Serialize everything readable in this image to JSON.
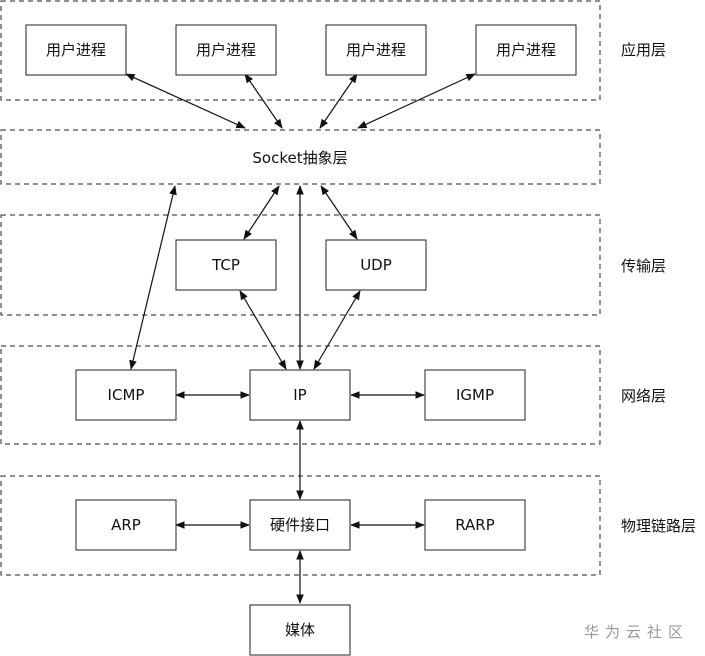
{
  "layers": {
    "application": "应用层",
    "socket": "Socket抽象层",
    "transport": "传输层",
    "network": "网络层",
    "link": "物理链路层"
  },
  "nodes": {
    "user_process_1": "用户进程",
    "user_process_2": "用户进程",
    "user_process_3": "用户进程",
    "user_process_4": "用户进程",
    "tcp": "TCP",
    "udp": "UDP",
    "icmp": "ICMP",
    "ip": "IP",
    "igmp": "IGMP",
    "arp": "ARP",
    "hw_interface": "硬件接口",
    "rarp": "RARP",
    "media": "媒体"
  },
  "watermark": "华为云社区"
}
